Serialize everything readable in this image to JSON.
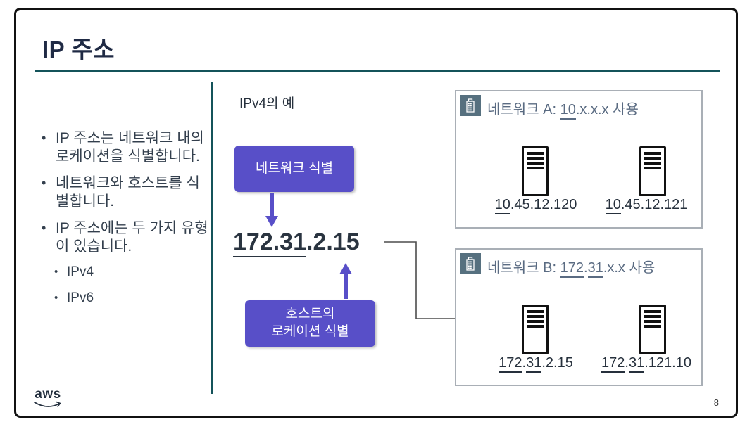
{
  "slide": {
    "title": "IP 주소",
    "page_number": "8",
    "logo_text": "aws"
  },
  "colors": {
    "title_navy": "#1F2A44",
    "teal_rule": "#14535A",
    "purple_accent": "#584FC8",
    "network_title_slate": "#5A6B82",
    "building_icon_bg": "#56707F",
    "body_text": "#333F4D"
  },
  "left_panel": {
    "bullets": [
      {
        "text": "IP 주소는 네트워크 내의 로케이션을 식별합니다."
      },
      {
        "text": "네트워크와 호스트를 식별합니다."
      },
      {
        "text": "IP 주소에는 두 가지 유형이 있습니다.",
        "sub": [
          "IPv4",
          "IPv6"
        ]
      }
    ]
  },
  "diagram": {
    "example_label": "IPv4의 예",
    "network_id_box_label": "네트워크 식별",
    "host_box_line1": "호스트의",
    "host_box_line2": "로케이션 식별",
    "ip_parts": [
      {
        "text": "172.31",
        "u": true
      },
      {
        "text": ".2.15",
        "u": false
      }
    ],
    "icons": [
      "down-arrow-icon",
      "up-arrow-icon",
      "elbow-connector-arrow-icon"
    ]
  },
  "network_a": {
    "icon": "building-icon",
    "title_parts": [
      {
        "text": "네트워크 A: ",
        "u": false
      },
      {
        "text": "10",
        "u": true
      },
      {
        "text": ".x.x.x 사용",
        "u": false
      }
    ],
    "servers": [
      {
        "icon": "server-icon",
        "label_parts": [
          {
            "text": "10",
            "u": true
          },
          {
            "text": ".45.12.120",
            "u": false
          }
        ]
      },
      {
        "icon": "server-icon",
        "label_parts": [
          {
            "text": "10",
            "u": true
          },
          {
            "text": ".45.12.121",
            "u": false
          }
        ]
      }
    ]
  },
  "network_b": {
    "icon": "building-icon",
    "title_parts": [
      {
        "text": "네트워크 B: ",
        "u": false
      },
      {
        "text": "172",
        "u": true
      },
      {
        "text": ".",
        "u": false
      },
      {
        "text": "31",
        "u": true
      },
      {
        "text": ".x.x 사용",
        "u": false
      }
    ],
    "servers": [
      {
        "icon": "server-icon",
        "label_parts": [
          {
            "text": "172",
            "u": true
          },
          {
            "text": ".",
            "u": false
          },
          {
            "text": "31",
            "u": true
          },
          {
            "text": ".2.15",
            "u": false
          }
        ]
      },
      {
        "icon": "server-icon",
        "label_parts": [
          {
            "text": "172",
            "u": true
          },
          {
            "text": ".",
            "u": false
          },
          {
            "text": "31",
            "u": true
          },
          {
            "text": ".121.10",
            "u": false
          }
        ]
      }
    ]
  }
}
